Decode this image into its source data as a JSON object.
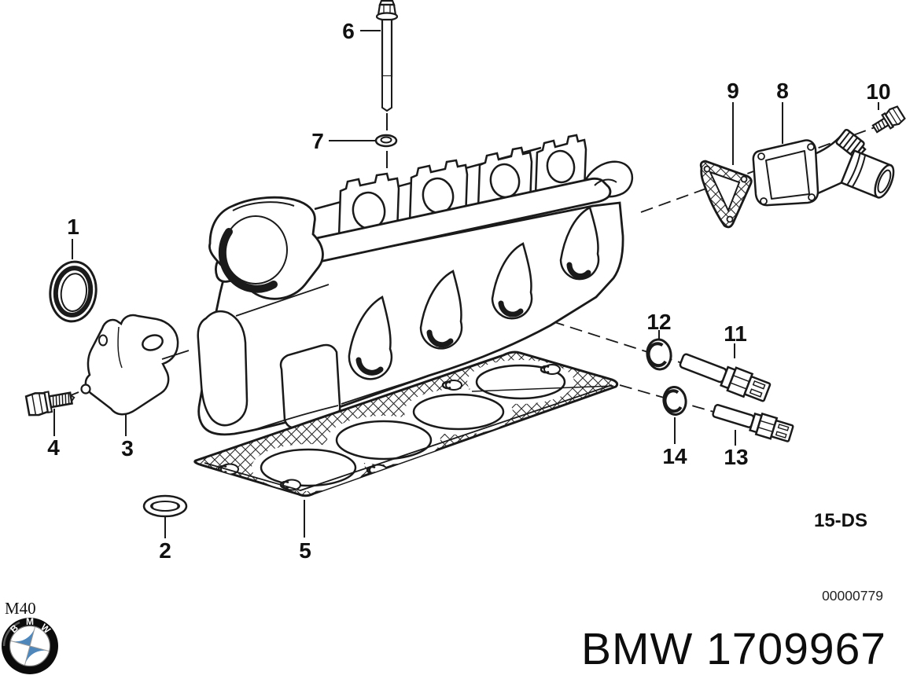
{
  "figure": {
    "engine_code": "M40",
    "part_number": "BMW 1709967",
    "section_code": "15-DS",
    "image_number": "00000779",
    "logo_letters": [
      "B",
      "M",
      "W"
    ],
    "callouts": [
      {
        "label": "1"
      },
      {
        "label": "2"
      },
      {
        "label": "3"
      },
      {
        "label": "4"
      },
      {
        "label": "5"
      },
      {
        "label": "6"
      },
      {
        "label": "7"
      },
      {
        "label": "8"
      },
      {
        "label": "9"
      },
      {
        "label": "10"
      },
      {
        "label": "11"
      },
      {
        "label": "12"
      },
      {
        "label": "13"
      },
      {
        "label": "14"
      }
    ]
  },
  "colors": {
    "background": "#ffffff",
    "line": "#1a1a1a",
    "logo_blue": "#4f87ba",
    "logo_ring": "#0b0b0b"
  }
}
